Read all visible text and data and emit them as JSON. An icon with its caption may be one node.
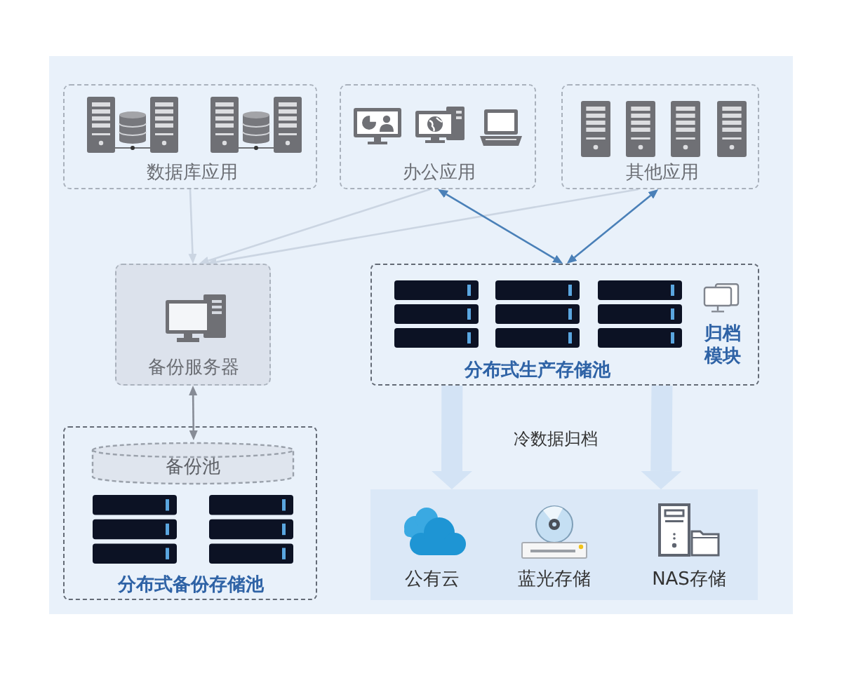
{
  "diagram": {
    "nodes": [
      {
        "text": [
          "数据库应用"
        ]
      },
      {
        "text": [
          "办公应用"
        ]
      },
      {
        "text": [
          "其他应用"
        ]
      },
      {
        "text": [
          "备份服务器"
        ]
      },
      {
        "text": [
          "分布式生产存储池",
          "归档模块"
        ]
      },
      {
        "text": [
          "分布式备份存储池"
        ]
      },
      {
        "text": [
          "备份池"
        ],
        "in": 5
      },
      {
        "text": [],
        "shape": "box"
      },
      {
        "text": [
          "公有云"
        ],
        "in": 7
      },
      {
        "text": [
          "蓝光存储"
        ],
        "in": 7
      },
      {
        "text": [
          "NAS存储"
        ],
        "in": 7
      }
    ],
    "edges": [
      {
        "from": 0,
        "to": 3,
        "arrow": "to",
        "color": "#cbd5e2"
      },
      {
        "from": 1,
        "to": 3,
        "arrow": "to",
        "color": "#cbd5e2"
      },
      {
        "from": 2,
        "to": 3,
        "arrow": "to",
        "color": "#cbd5e2"
      },
      {
        "from": 1,
        "to": 4,
        "arrow": "both",
        "color": "#4a80b8"
      },
      {
        "from": 2,
        "to": 4,
        "arrow": "both",
        "color": "#4a80b8"
      },
      {
        "from": 3,
        "to": 6,
        "arrow": "both",
        "color": "#878c96"
      },
      {
        "from": 4,
        "to": 7,
        "arrow": "to",
        "style": "thick",
        "color": "#d3e3f5"
      },
      {
        "from": 4,
        "to": 7,
        "arrow": "to",
        "style": "thick",
        "color": "#d3e3f5"
      }
    ],
    "labels": [
      "冷数据归档"
    ]
  }
}
